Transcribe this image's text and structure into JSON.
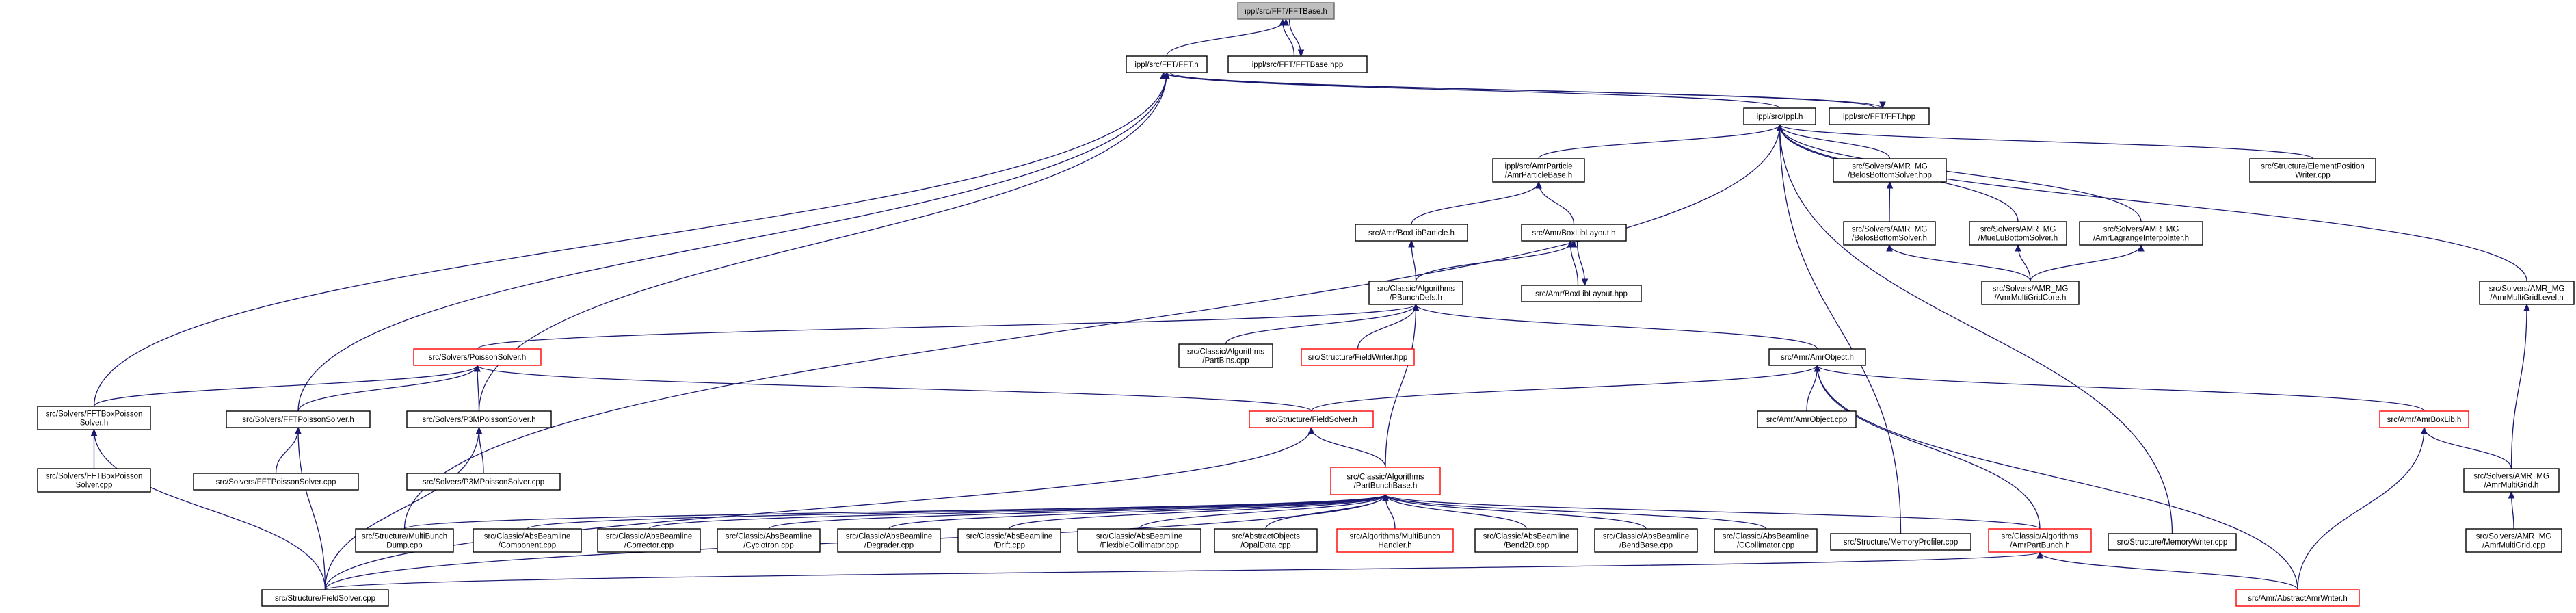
{
  "colors": {
    "edge": "#191970",
    "border_normal": "#000000",
    "border_truncated": "#ff0000",
    "border_root": "#666666",
    "fill_root": "#bfbfbf",
    "fill_normal": "#ffffff"
  },
  "nodes": {
    "fftbase_h": {
      "lines": [
        "ippl/src/FFT/FFTBase.h"
      ],
      "kind": "root"
    },
    "fftbase_hpp": {
      "lines": [
        "ippl/src/FFT/FFTBase.hpp"
      ],
      "kind": "normal"
    },
    "fft_h": {
      "lines": [
        "ippl/src/FFT/FFT.h"
      ],
      "kind": "normal"
    },
    "ippl_h": {
      "lines": [
        "ippl/src/Ippl.h"
      ],
      "kind": "normal"
    },
    "fft_hpp": {
      "lines": [
        "ippl/src/FFT/FFT.hpp"
      ],
      "kind": "normal"
    },
    "amrparticlebase": {
      "lines": [
        "ippl/src/AmrParticle",
        "/AmrParticleBase.h"
      ],
      "kind": "normal"
    },
    "bottomsolver_hpp": {
      "lines": [
        "src/Solvers/AMR_MG",
        "/BelosBottomSolver.hpp"
      ],
      "kind": "normal"
    },
    "elementposition": {
      "lines": [
        "src/Structure/ElementPosition",
        "Writer.cpp"
      ],
      "kind": "normal"
    },
    "boxlibparticle": {
      "lines": [
        "src/Amr/BoxLibParticle.h"
      ],
      "kind": "normal"
    },
    "boxliblayout_h": {
      "lines": [
        "src/Amr/BoxLibLayout.h"
      ],
      "kind": "normal"
    },
    "bottomsolver_h": {
      "lines": [
        "src/Solvers/AMR_MG",
        "/BelosBottomSolver.h"
      ],
      "kind": "normal"
    },
    "mueluboottom": {
      "lines": [
        "src/Solvers/AMR_MG",
        "/MueLuBottomSolver.h"
      ],
      "kind": "normal"
    },
    "lagrange": {
      "lines": [
        "src/Solvers/AMR_MG",
        "/AmrLagrangeInterpolater.h"
      ],
      "kind": "normal"
    },
    "pbunchdefs": {
      "lines": [
        "src/Classic/Algorithms",
        "/PBunchDefs.h"
      ],
      "kind": "normal"
    },
    "boxliblayout_hpp": {
      "lines": [
        "src/Amr/BoxLibLayout.hpp"
      ],
      "kind": "normal"
    },
    "multigridcore": {
      "lines": [
        "src/Solvers/AMR_MG",
        "/AmrMultiGridCore.h"
      ],
      "kind": "normal"
    },
    "multigridlevel": {
      "lines": [
        "src/Solvers/AMR_MG",
        "/AmrMultiGridLevel.h"
      ],
      "kind": "normal"
    },
    "poissonsolver": {
      "lines": [
        "src/Solvers/PoissonSolver.h"
      ],
      "kind": "truncated"
    },
    "partbins": {
      "lines": [
        "src/Classic/Algorithms",
        "/PartBins.cpp"
      ],
      "kind": "normal"
    },
    "fieldwriter": {
      "lines": [
        "src/Structure/FieldWriter.hpp"
      ],
      "kind": "truncated"
    },
    "amrobject_h": {
      "lines": [
        "src/Amr/AmrObject.h"
      ],
      "kind": "normal"
    },
    "fftboxpoisson_h": {
      "lines": [
        "src/Solvers/FFTBoxPoisson",
        "Solver.h"
      ],
      "kind": "normal"
    },
    "fftpoisson_h": {
      "lines": [
        "src/Solvers/FFTPoissonSolver.h"
      ],
      "kind": "normal"
    },
    "p3m_h": {
      "lines": [
        "src/Solvers/P3MPoissonSolver.h"
      ],
      "kind": "normal"
    },
    "fieldsolver_h": {
      "lines": [
        "src/Structure/FieldSolver.h"
      ],
      "kind": "truncated"
    },
    "amrobject_cpp": {
      "lines": [
        "src/Amr/AmrObject.cpp"
      ],
      "kind": "normal"
    },
    "amrboxlib": {
      "lines": [
        "src/Amr/AmrBoxLib.h"
      ],
      "kind": "truncated"
    },
    "fftboxpoisson_cpp": {
      "lines": [
        "src/Solvers/FFTBoxPoisson",
        "Solver.cpp"
      ],
      "kind": "normal"
    },
    "fftpoisson_cpp": {
      "lines": [
        "src/Solvers/FFTPoissonSolver.cpp"
      ],
      "kind": "normal"
    },
    "p3m_cpp": {
      "lines": [
        "src/Solvers/P3MPoissonSolver.cpp"
      ],
      "kind": "normal"
    },
    "partbunchbase": {
      "lines": [
        "src/Classic/Algorithms",
        "/PartBunchBase.h"
      ],
      "kind": "truncated"
    },
    "amrmultigrid_h": {
      "lines": [
        "src/Solvers/AMR_MG",
        "/AmrMultiGrid.h"
      ],
      "kind": "normal"
    },
    "multibunchdump": {
      "lines": [
        "src/Structure/MultiBunch",
        "Dump.cpp"
      ],
      "kind": "normal"
    },
    "component": {
      "lines": [
        "src/Classic/AbsBeamline",
        "/Component.cpp"
      ],
      "kind": "normal"
    },
    "corrector": {
      "lines": [
        "src/Classic/AbsBeamline",
        "/Corrector.cpp"
      ],
      "kind": "normal"
    },
    "cyclotron": {
      "lines": [
        "src/Classic/AbsBeamline",
        "/Cyclotron.cpp"
      ],
      "kind": "normal"
    },
    "degrader": {
      "lines": [
        "src/Classic/AbsBeamline",
        "/Degrader.cpp"
      ],
      "kind": "normal"
    },
    "drift": {
      "lines": [
        "src/Classic/AbsBeamline",
        "/Drift.cpp"
      ],
      "kind": "normal"
    },
    "flexiblecollimator": {
      "lines": [
        "src/Classic/AbsBeamline",
        "/FlexibleCollimator.cpp"
      ],
      "kind": "normal"
    },
    "opaldata": {
      "lines": [
        "src/AbstractObjects",
        "/OpalData.cpp"
      ],
      "kind": "normal"
    },
    "multibunchhandler": {
      "lines": [
        "src/Algorithms/MultiBunch",
        "Handler.h"
      ],
      "kind": "truncated"
    },
    "bend2d": {
      "lines": [
        "src/Classic/AbsBeamline",
        "/Bend2D.cpp"
      ],
      "kind": "normal"
    },
    "bendbase": {
      "lines": [
        "src/Classic/AbsBeamline",
        "/BendBase.cpp"
      ],
      "kind": "normal"
    },
    "ccollimator": {
      "lines": [
        "src/Classic/AbsBeamline",
        "/CCollimator.cpp"
      ],
      "kind": "normal"
    },
    "memoryprofiler": {
      "lines": [
        "src/Structure/MemoryProfiler.cpp"
      ],
      "kind": "normal"
    },
    "amrpartbunch": {
      "lines": [
        "src/Classic/Algorithms",
        "/AmrPartBunch.h"
      ],
      "kind": "truncated"
    },
    "memorywriter": {
      "lines": [
        "src/Structure/MemoryWriter.cpp"
      ],
      "kind": "normal"
    },
    "amrmultigrid_cpp": {
      "lines": [
        "src/Solvers/AMR_MG",
        "/AmrMultiGrid.cpp"
      ],
      "kind": "normal"
    },
    "fieldsolver_cpp": {
      "lines": [
        "src/Structure/FieldSolver.cpp"
      ],
      "kind": "normal"
    },
    "abstractamrwriter": {
      "lines": [
        "src/Amr/AbstractAmrWriter.h"
      ],
      "kind": "truncated"
    }
  },
  "edges": [
    [
      "fftbase_hpp",
      "fftbase_h"
    ],
    [
      "fftbase_h",
      "fftbase_hpp"
    ],
    [
      "fft_h",
      "fftbase_h"
    ],
    [
      "ippl_h",
      "fft_h"
    ],
    [
      "fft_hpp",
      "fft_h"
    ],
    [
      "fft_h",
      "fft_hpp"
    ],
    [
      "fftboxpoisson_h",
      "fft_h"
    ],
    [
      "fftpoisson_h",
      "fft_h"
    ],
    [
      "p3m_h",
      "fft_h"
    ],
    [
      "amrparticlebase",
      "ippl_h"
    ],
    [
      "bottomsolver_hpp",
      "ippl_h"
    ],
    [
      "elementposition",
      "ippl_h"
    ],
    [
      "mueluboottom",
      "ippl_h"
    ],
    [
      "lagrange",
      "ippl_h"
    ],
    [
      "multigridlevel",
      "ippl_h"
    ],
    [
      "multibunchdump",
      "ippl_h"
    ],
    [
      "memoryprofiler",
      "ippl_h"
    ],
    [
      "memorywriter",
      "ippl_h"
    ],
    [
      "boxlibparticle",
      "amrparticlebase"
    ],
    [
      "boxliblayout_h",
      "amrparticlebase"
    ],
    [
      "bottomsolver_h",
      "bottomsolver_hpp"
    ],
    [
      "pbunchdefs",
      "boxlibparticle"
    ],
    [
      "pbunchdefs",
      "boxliblayout_h"
    ],
    [
      "boxliblayout_hpp",
      "boxliblayout_h"
    ],
    [
      "boxliblayout_h",
      "boxliblayout_hpp"
    ],
    [
      "multigridcore",
      "bottomsolver_h"
    ],
    [
      "multigridcore",
      "mueluboottom"
    ],
    [
      "multigridcore",
      "lagrange"
    ],
    [
      "poissonsolver",
      "pbunchdefs"
    ],
    [
      "partbins",
      "pbunchdefs"
    ],
    [
      "fieldwriter",
      "pbunchdefs"
    ],
    [
      "amrobject_h",
      "pbunchdefs"
    ],
    [
      "partbunchbase",
      "pbunchdefs"
    ],
    [
      "fftboxpoisson_h",
      "poissonsolver"
    ],
    [
      "fftpoisson_h",
      "poissonsolver"
    ],
    [
      "p3m_h",
      "poissonsolver"
    ],
    [
      "fieldsolver_h",
      "poissonsolver"
    ],
    [
      "fieldsolver_h",
      "amrobject_h"
    ],
    [
      "amrobject_cpp",
      "amrobject_h"
    ],
    [
      "amrboxlib",
      "amrobject_h"
    ],
    [
      "amrpartbunch",
      "amrobject_h"
    ],
    [
      "abstractamrwriter",
      "amrobject_h"
    ],
    [
      "fftboxpoisson_cpp",
      "fftboxpoisson_h"
    ],
    [
      "fieldsolver_cpp",
      "fftboxpoisson_h"
    ],
    [
      "fftpoisson_cpp",
      "fftpoisson_h"
    ],
    [
      "fieldsolver_cpp",
      "fftpoisson_h"
    ],
    [
      "p3m_cpp",
      "p3m_h"
    ],
    [
      "fieldsolver_cpp",
      "p3m_h"
    ],
    [
      "partbunchbase",
      "fieldsolver_h"
    ],
    [
      "fieldsolver_cpp",
      "fieldsolver_h"
    ],
    [
      "amrmultigrid_h",
      "amrboxlib"
    ],
    [
      "abstractamrwriter",
      "amrboxlib"
    ],
    [
      "amrmultigrid_h",
      "multigridlevel"
    ],
    [
      "amrmultigrid_cpp",
      "amrmultigrid_h"
    ],
    [
      "multibunchdump",
      "partbunchbase"
    ],
    [
      "component",
      "partbunchbase"
    ],
    [
      "corrector",
      "partbunchbase"
    ],
    [
      "cyclotron",
      "partbunchbase"
    ],
    [
      "degrader",
      "partbunchbase"
    ],
    [
      "drift",
      "partbunchbase"
    ],
    [
      "flexiblecollimator",
      "partbunchbase"
    ],
    [
      "opaldata",
      "partbunchbase"
    ],
    [
      "multibunchhandler",
      "partbunchbase"
    ],
    [
      "bend2d",
      "partbunchbase"
    ],
    [
      "bendbase",
      "partbunchbase"
    ],
    [
      "ccollimator",
      "partbunchbase"
    ],
    [
      "amrpartbunch",
      "partbunchbase"
    ],
    [
      "fieldsolver_cpp",
      "partbunchbase"
    ],
    [
      "fieldsolver_cpp",
      "amrpartbunch"
    ],
    [
      "abstractamrwriter",
      "amrpartbunch"
    ]
  ]
}
